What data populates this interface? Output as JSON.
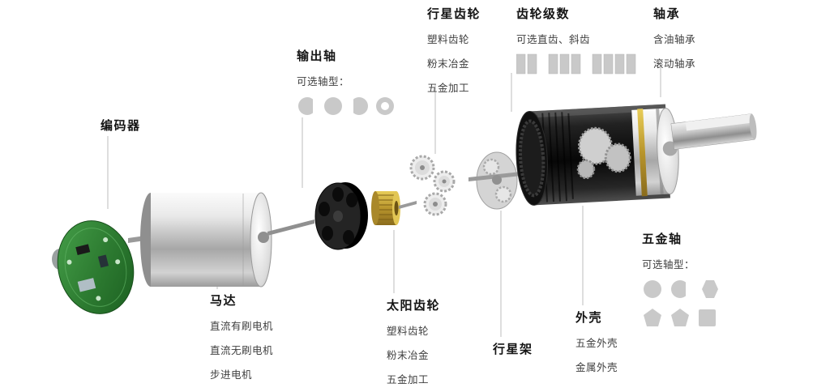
{
  "page": {
    "background": "#ffffff"
  },
  "colors": {
    "label_title": "#141414",
    "label_item": "#3f3f3f",
    "icon_gray": "#c9c9c9",
    "connector_line": "#bdbdbd",
    "brass": "#b8952c",
    "pcb_green": "#2e7d32",
    "housing_black": "#101010"
  },
  "labels": {
    "encoder": {
      "title": "编码器"
    },
    "output_shaft": {
      "title": "输出轴",
      "subtitle": "可选轴型：",
      "icons": [
        "d-shaft",
        "round-shaft",
        "d-shaft",
        "ring-shaft"
      ]
    },
    "planetary_gear": {
      "title": "行星齿轮",
      "items": [
        "塑料齿轮",
        "粉末冶金",
        "五金加工"
      ]
    },
    "gear_stages": {
      "title": "齿轮级数",
      "subtitle": "可选直齿、斜齿",
      "stage_bar_counts": [
        2,
        3,
        4
      ]
    },
    "bearing": {
      "title": "轴承",
      "items": [
        "含油轴承",
        "滚动轴承"
      ]
    },
    "motor": {
      "title": "马达",
      "items": [
        "直流有刷电机",
        "直流无刷电机",
        "步进电机"
      ]
    },
    "sun_gear": {
      "title": "太阳齿轮",
      "items": [
        "塑料齿轮",
        "粉末冶金",
        "五金加工"
      ]
    },
    "planet_carrier": {
      "title": "行星架"
    },
    "housing": {
      "title": "外壳",
      "items": [
        "五金外壳",
        "金属外壳"
      ]
    },
    "metal_shaft": {
      "title": "五金轴",
      "subtitle": "可选轴型：",
      "icons_row1": [
        "round-shaft",
        "d-shaft",
        "hex-shaft"
      ],
      "icons_row2": [
        "pentagon-shaft",
        "pentagon-shaft",
        "square-shaft"
      ]
    }
  },
  "parts": [
    "encoder-pcb",
    "motor-body",
    "front-end-cap",
    "sun-gear",
    "planet-gears",
    "planet-carrier",
    "gearbox-housing",
    "output-shaft"
  ]
}
